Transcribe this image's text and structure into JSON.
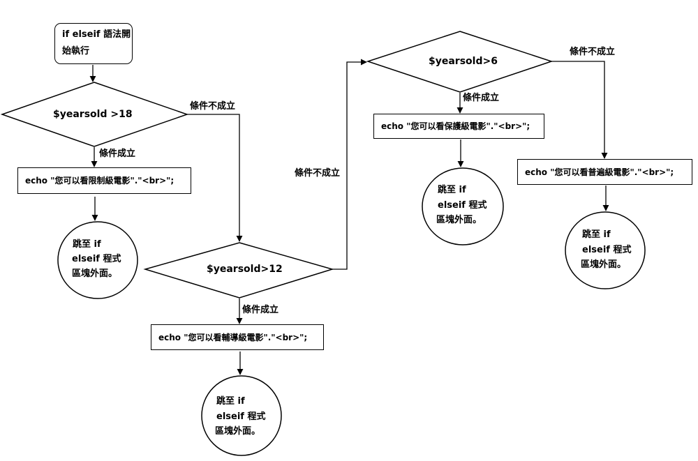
{
  "start": {
    "line1": "if elseif 語法開",
    "line2": "始執行"
  },
  "conditions": {
    "c1": "$yearsold >18",
    "c2": "$yearsold>12",
    "c3": "$yearsold>6"
  },
  "labels": {
    "true1": "條件成立",
    "false1": "條件不成立",
    "true2": "條件成立",
    "false2": "條件不成立",
    "true3": "條件成立",
    "false3": "條件不成立"
  },
  "actions": {
    "a1": "echo \"您可以看限制級電影\".\"<br>\";",
    "a2": "echo \"您可以看輔導級電影\".\"<br>\";",
    "a3": "echo \"您可以看保護級電影\".\"<br>\";",
    "a4": "echo \"您可以看普遍級電影\".\"<br>\";"
  },
  "jump": {
    "line1": "跳至 if",
    "line2": "elseif 程式",
    "line3": "區塊外面。"
  }
}
